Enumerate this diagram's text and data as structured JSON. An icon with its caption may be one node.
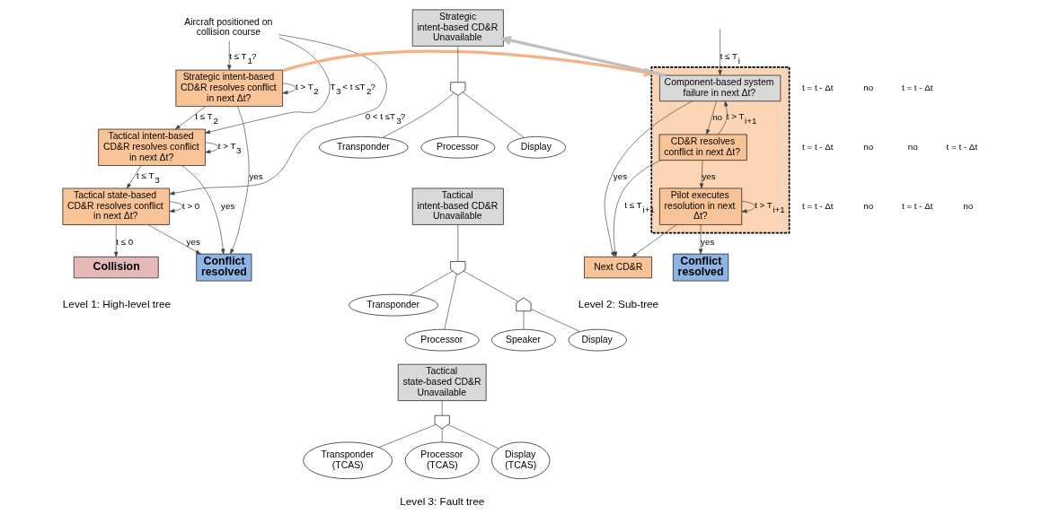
{
  "diagram": {
    "nodes": [
      {
        "text": [
          "Aircraft positioned on collision course"
        ]
      },
      {
        "text": [
          "Strategic intent-based CD&R resolves conflict in next Δt?"
        ]
      },
      {
        "text": [
          "Tactical intent-based CD&R resolves conflict in next Δt?"
        ]
      },
      {
        "text": [
          "Tactical state-based CD&R resolves conflict in next Δt?"
        ]
      },
      {
        "text": [
          "Conflict resolved"
        ]
      },
      {
        "text": [
          "Collision"
        ]
      },
      {
        "text": [],
        "shape": "box"
      },
      {
        "text": [
          "Component-based system failure in next Δt?"
        ],
        "in": 6
      },
      {
        "text": [
          "CD&R resolves conflict in next Δt?"
        ],
        "in": 6
      },
      {
        "text": [
          "Pilot executes resolution in next Δt?"
        ],
        "in": 6
      },
      {
        "text": [
          "Conflict resolved"
        ]
      },
      {
        "text": [
          "Next CD&R"
        ]
      },
      {
        "text": [
          "Strategic intent-based CD&R Unavailable"
        ]
      },
      {
        "text": [],
        "shape": "gate"
      },
      {
        "text": [
          "Transponder"
        ]
      },
      {
        "text": [
          "Processor"
        ]
      },
      {
        "text": [
          "Display"
        ]
      },
      {
        "text": [
          "Tactical intent-based CD&R Unavailable"
        ]
      },
      {
        "text": [],
        "shape": "gate"
      },
      {
        "text": [
          "Transponder"
        ]
      },
      {
        "text": [
          "Processor"
        ]
      },
      {
        "text": [],
        "shape": "gate"
      },
      {
        "text": [
          "Display"
        ]
      },
      {
        "text": [
          "Speaker"
        ]
      },
      {
        "text": [
          "Tactical state-based CD&R Unavailable"
        ]
      },
      {
        "text": [],
        "shape": "gate"
      },
      {
        "text": [
          "Transponder (TCAS)"
        ]
      },
      {
        "text": [
          "Processor (TCAS)"
        ]
      },
      {
        "text": [
          "Display (TCAS)"
        ]
      }
    ],
    "edges": [
      {
        "from": 0,
        "to": 1,
        "arrow": "to",
        "label": "t ≤ T$_{1}$?"
      },
      {
        "from": 0,
        "to": 2,
        "arrow": "to",
        "label": "T$_{3}$ < t ≤T$_{2}$?"
      },
      {
        "from": 0,
        "to": 3,
        "arrow": "to",
        "label": "0 < t ≤T$_{3}$?"
      },
      {
        "from": 1,
        "to": 4,
        "arrow": "to",
        "label": "yes"
      },
      {
        "from": 1,
        "to": 1,
        "arrow": "to",
        "label": "t > T$_{2}$"
      },
      {
        "from": 1,
        "to": 2,
        "arrow": "to",
        "label": "t ≤ T$_{2}$"
      },
      {
        "from": 2,
        "to": 4,
        "arrow": "to",
        "label": "yes"
      },
      {
        "from": 2,
        "to": 2,
        "arrow": "to",
        "label": "t > T$_{3}$"
      },
      {
        "from": 2,
        "to": 3,
        "arrow": "to",
        "label": "t ≤ T$_{3}$"
      },
      {
        "from": 3,
        "to": 4,
        "arrow": "to",
        "label": "yes"
      },
      {
        "from": 3,
        "to": 3,
        "arrow": "to",
        "label": "t > 0"
      },
      {
        "from": 3,
        "to": 5,
        "arrow": "to",
        "label": "t ≤ 0"
      },
      {
        "from": 1,
        "to": 6,
        "arrow": "to",
        "style": "thick",
        "color": "#f4b183"
      },
      {
        "from": null,
        "to": 7,
        "arrow": "to",
        "label": "t ≤ T$_{i}$"
      },
      {
        "from": 7,
        "to": 11,
        "arrow": "to",
        "label": "yes"
      },
      {
        "from": 7,
        "to": 8,
        "arrow": "to",
        "label": "no"
      },
      {
        "from": 8,
        "to": 9,
        "arrow": "to",
        "label": "yes"
      },
      {
        "from": 8,
        "to": 7,
        "arrow": "to",
        "label": "t > T$_{i+1}$"
      },
      {
        "from": 8,
        "to": 11,
        "arrow": "to",
        "label": "t ≤ T$_{i+1}$"
      },
      {
        "from": 9,
        "to": 10,
        "arrow": "to",
        "label": "yes"
      },
      {
        "from": 9,
        "to": 9,
        "arrow": "to",
        "label": "t > T$_{i+1}$"
      },
      {
        "from": 9,
        "to": 11,
        "arrow": "to"
      },
      {
        "from": 7,
        "to": 12,
        "arrow": "to",
        "style": "thick",
        "color": "#bfbfbf"
      },
      {
        "from": 12,
        "to": 13,
        "arrow": "none"
      },
      {
        "from": 13,
        "to": 14,
        "arrow": "none"
      },
      {
        "from": 13,
        "to": 15,
        "arrow": "none"
      },
      {
        "from": 13,
        "to": 16,
        "arrow": "none"
      },
      {
        "from": 17,
        "to": 18,
        "arrow": "none"
      },
      {
        "from": 18,
        "to": 19,
        "arrow": "none"
      },
      {
        "from": 18,
        "to": 20,
        "arrow": "none"
      },
      {
        "from": 18,
        "to": 21,
        "arrow": "none"
      },
      {
        "from": 21,
        "to": 22,
        "arrow": "none"
      },
      {
        "from": 21,
        "to": 23,
        "arrow": "none"
      },
      {
        "from": 24,
        "to": 25,
        "arrow": "none"
      },
      {
        "from": 25,
        "to": 26,
        "arrow": "none"
      },
      {
        "from": 25,
        "to": 27,
        "arrow": "none"
      },
      {
        "from": 25,
        "to": 28,
        "arrow": "none"
      }
    ],
    "labels": [
      "t = t - Δt",
      "no",
      "t = t - Δt",
      "no",
      "t = t - Δt",
      "no",
      "t = t - Δt",
      "no",
      "t = t - Δt",
      "t = t - Δt",
      "no",
      "Level 1: High-level tree",
      "Level 2: Sub-tree",
      "Level 3: Fault tree"
    ]
  }
}
